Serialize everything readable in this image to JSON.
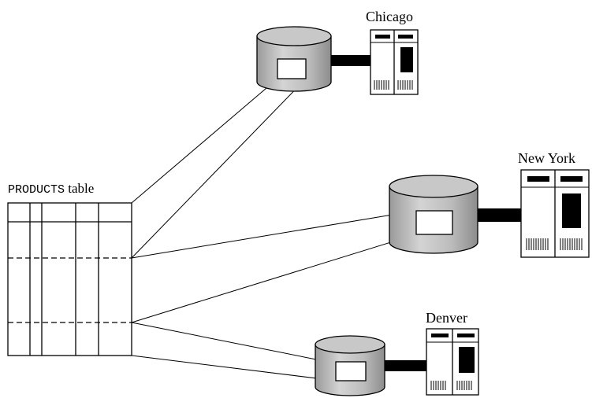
{
  "table": {
    "name": "PRODUCTS",
    "suffix": " table"
  },
  "sites": [
    {
      "label": "Chicago"
    },
    {
      "label": "New York"
    },
    {
      "label": "Denver"
    }
  ],
  "colors": {
    "disk_fill": "#bdbdbd",
    "stroke": "#000000",
    "background": "#ffffff"
  }
}
